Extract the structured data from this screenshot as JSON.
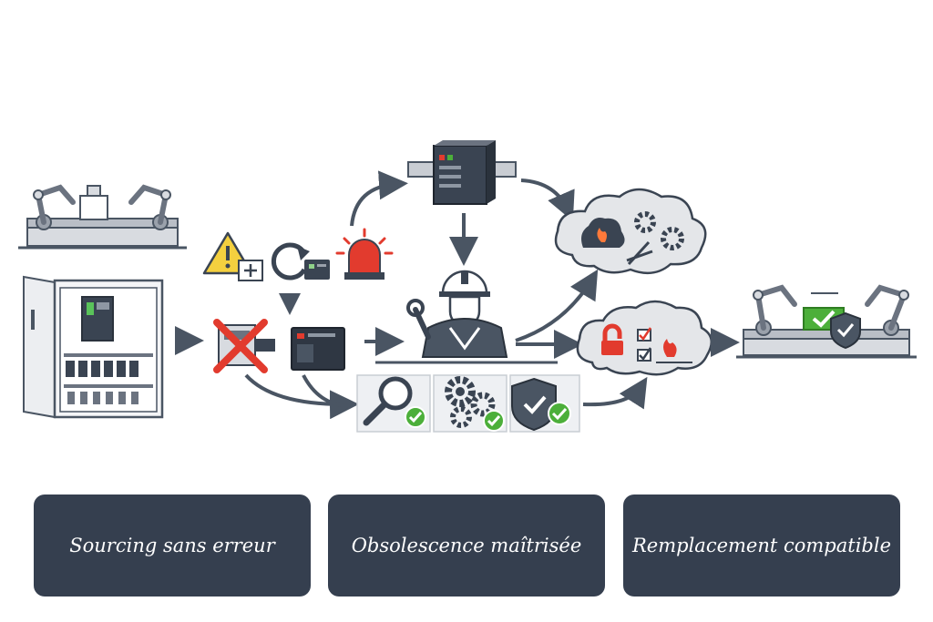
{
  "colors": {
    "card_bg": "#353f4f",
    "card_text": "#ffffff",
    "arrow": "#4a5563",
    "alert_red": "#e23b2e",
    "check_green": "#4caf3a",
    "warning_yellow": "#f4d03f",
    "cloud_fill": "#e4e6e9"
  },
  "icons": [
    "factory-robot-line-icon",
    "electrical-cabinet-icon",
    "warning-sign-icon",
    "reload-icon",
    "alarm-light-icon",
    "rejected-module-icon",
    "replacement-module-icon",
    "din-rail-module-icon",
    "technician-icon",
    "magnifier-check-icon",
    "gears-check-icon",
    "shield-check-icon",
    "cloud-fire-gears-icon",
    "cloud-checklist-icon",
    "validated-production-line-icon"
  ],
  "cards": [
    {
      "label": "Sourcing sans erreur"
    },
    {
      "label": "Obsolescence maîtrisée"
    },
    {
      "label": "Remplacement compatible"
    }
  ]
}
